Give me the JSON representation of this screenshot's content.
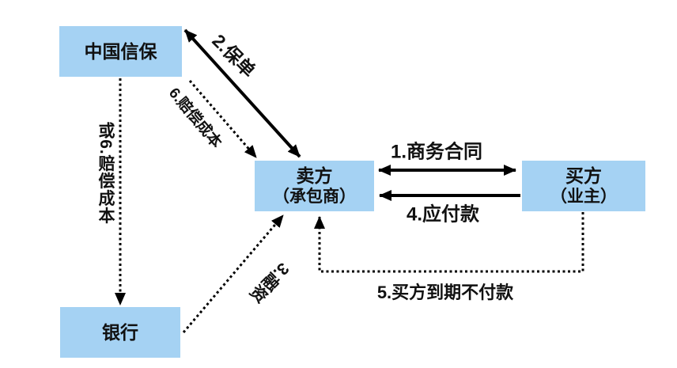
{
  "diagram": {
    "nodes": {
      "insurer": {
        "label": "中国信保"
      },
      "seller": {
        "label": "卖方",
        "sublabel": "（承包商）"
      },
      "buyer": {
        "label": "买方",
        "sublabel": "（业主）"
      },
      "bank": {
        "label": "银行"
      }
    },
    "edges": {
      "contract": {
        "label": "1.商务合同",
        "style": "solid-double-arrow"
      },
      "policy": {
        "label": "2.保单",
        "style": "solid-double-arrow"
      },
      "financing": {
        "label": "3.融资",
        "style": "dotted-arrow"
      },
      "payable": {
        "label": "4.应付款",
        "style": "solid-arrow"
      },
      "buyer_default": {
        "label": "5.买方到期不付款",
        "style": "dotted-arrow"
      },
      "compensation": {
        "label": "6.赔偿成本",
        "style": "dotted-arrow"
      },
      "or_compensation": {
        "label": "或6.赔偿成本",
        "style": "dotted-arrow"
      }
    },
    "colors": {
      "node_fill": "#A5D2F3",
      "line": "#000000",
      "background": "#FFFFFF"
    }
  }
}
